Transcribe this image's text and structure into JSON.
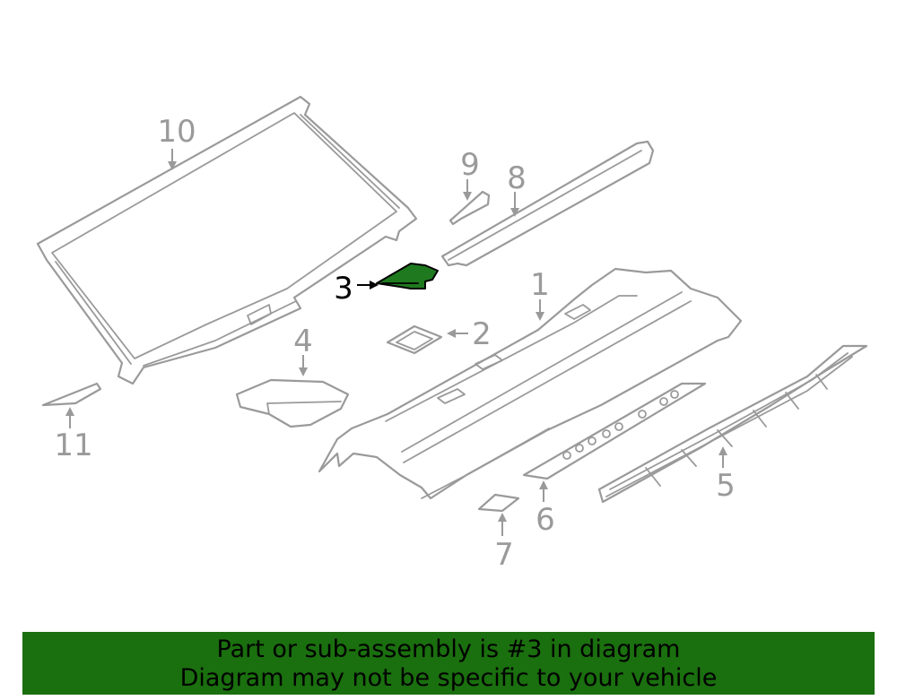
{
  "diagram": {
    "highlighted_part": "3",
    "callouts": {
      "c1": "1",
      "c2": "2",
      "c3": "3",
      "c4": "4",
      "c5": "5",
      "c6": "6",
      "c7": "7",
      "c8": "8",
      "c9": "9",
      "c10": "10",
      "c11": "11"
    },
    "colors": {
      "outline": "#9a9a9a",
      "highlight_fill": "#1f7a1f",
      "banner_bg": "#1a6f0e",
      "background": "#ffffff"
    }
  },
  "banner": {
    "line1": "Part or sub-assembly is #3 in diagram",
    "line2": "Diagram may not be specific to your vehicle"
  }
}
